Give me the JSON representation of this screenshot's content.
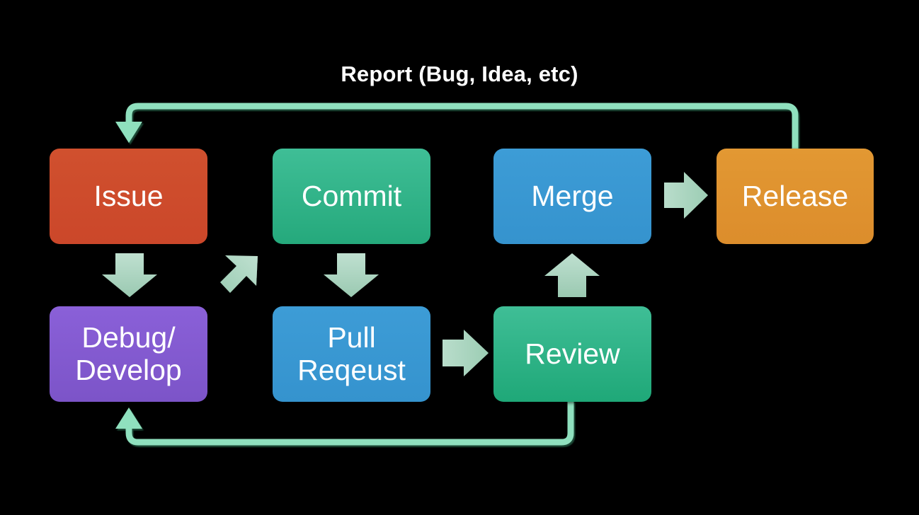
{
  "diagram": {
    "title": "Report (Bug, Idea, etc)",
    "background_color": "#000000",
    "type": "flowchart",
    "nodes": [
      {
        "id": "issue",
        "label": "Issue",
        "color": "#cf4b2c",
        "row": "top",
        "column": 1
      },
      {
        "id": "commit",
        "label": "Commit",
        "color": "#2fb389",
        "row": "top",
        "column": 2
      },
      {
        "id": "merge",
        "label": "Merge",
        "color": "#3a97d2",
        "row": "top",
        "column": 3
      },
      {
        "id": "release",
        "label": "Release",
        "color": "#df9330",
        "row": "top",
        "column": 4
      },
      {
        "id": "debug",
        "label": "Debug/\nDevelop",
        "color": "#8059ce",
        "row": "bottom",
        "column": 1
      },
      {
        "id": "pr",
        "label": "Pull\nReqeust",
        "color": "#3a97d2",
        "row": "bottom",
        "column": 2
      },
      {
        "id": "review",
        "label": "Review",
        "color": "#2bb185",
        "row": "bottom",
        "column": 3
      }
    ],
    "edges": [
      {
        "id": "issue-to-debug",
        "from": "issue",
        "to": "debug",
        "style": "block-arrow",
        "direction": "down",
        "color": "#a6d4bd"
      },
      {
        "id": "debug-to-commit",
        "from": "debug",
        "to": "commit",
        "style": "block-arrow",
        "direction": "up-right",
        "color": "#a6d4bd"
      },
      {
        "id": "commit-to-pr",
        "from": "commit",
        "to": "pr",
        "style": "block-arrow",
        "direction": "down",
        "color": "#a6d4bd"
      },
      {
        "id": "pr-to-review",
        "from": "pr",
        "to": "review",
        "style": "block-arrow",
        "direction": "right",
        "color": "#a6d4bd"
      },
      {
        "id": "review-to-merge",
        "from": "review",
        "to": "merge",
        "style": "block-arrow",
        "direction": "up",
        "color": "#a6d4bd"
      },
      {
        "id": "merge-to-release",
        "from": "merge",
        "to": "release",
        "style": "block-arrow",
        "direction": "right",
        "color": "#a6d4bd"
      },
      {
        "id": "release-to-issue",
        "from": "release",
        "to": "issue",
        "style": "rounded-line",
        "direction": "top-loop",
        "color": "#8fe0be",
        "label": "Report (Bug, Idea, etc)"
      },
      {
        "id": "review-to-debug",
        "from": "review",
        "to": "debug",
        "style": "rounded-line",
        "direction": "bottom-loop",
        "color": "#8fe0be"
      }
    ],
    "colors": {
      "line": "#8fe0be",
      "line_shadow": "#2f6b52",
      "block_arrow_light": "#b6dcc8",
      "block_arrow_dark": "#9ccdb4",
      "text": "#ffffff",
      "background": "#000000"
    }
  }
}
